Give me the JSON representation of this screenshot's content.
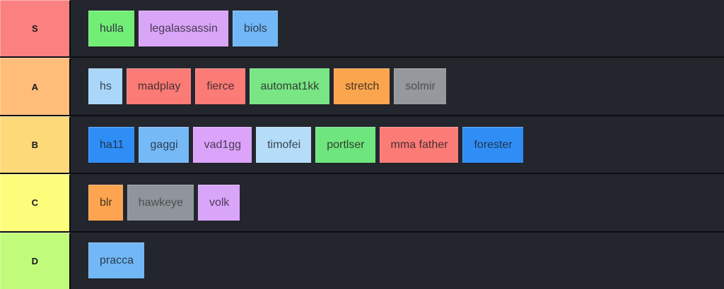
{
  "app": {
    "kind": "tier-list",
    "background_color": "#24262e",
    "divider_color": "#0c0d11"
  },
  "tiers": [
    {
      "label": "S",
      "label_color": "#fb8181",
      "items": [
        {
          "name": "hulla",
          "color": "#72ee77",
          "text_color": "#2f3340"
        },
        {
          "name": "legalassassin",
          "color": "#d9a5f7",
          "text_color": "#4a3a55"
        },
        {
          "name": "biols",
          "color": "#72b8f7",
          "text_color": "#2a3b4d"
        }
      ]
    },
    {
      "label": "A",
      "label_color": "#ffbd79",
      "items": [
        {
          "name": "hs",
          "color": "#a9d6f9",
          "text_color": "#35424f"
        },
        {
          "name": "madplay",
          "color": "#fb7b77",
          "text_color": "#4a2f30"
        },
        {
          "name": "fierce",
          "color": "#fb7b77",
          "text_color": "#4a2f30"
        },
        {
          "name": "automat1kk",
          "color": "#79e584",
          "text_color": "#2f3f33"
        },
        {
          "name": "stretch",
          "color": "#fca54f",
          "text_color": "#45341f"
        },
        {
          "name": "solmir",
          "color": "#95999e",
          "text_color": "#4b4e52"
        }
      ]
    },
    {
      "label": "B",
      "label_color": "#fdd97a",
      "items": [
        {
          "name": "ha11",
          "color": "#2e8ef5",
          "text_color": "#1e3550"
        },
        {
          "name": "gaggi",
          "color": "#76b9f7",
          "text_color": "#2d3f50"
        },
        {
          "name": "vad1gg",
          "color": "#dba3f9",
          "text_color": "#4b3a55"
        },
        {
          "name": "timofei",
          "color": "#b5dcf8",
          "text_color": "#37444f"
        },
        {
          "name": "portlser",
          "color": "#6fe57d",
          "text_color": "#2c4030"
        },
        {
          "name": "mma father",
          "color": "#fb7b77",
          "text_color": "#4a2f30"
        },
        {
          "name": "forester",
          "color": "#2f8ef5",
          "text_color": "#20374f"
        }
      ]
    },
    {
      "label": "C",
      "label_color": "#fdfd7c",
      "items": [
        {
          "name": "blr",
          "color": "#fca44f",
          "text_color": "#45341f"
        },
        {
          "name": "hawkeye",
          "color": "#90949b",
          "text_color": "#4b4e52"
        },
        {
          "name": "volk",
          "color": "#d9a5f9",
          "text_color": "#4a3a55"
        }
      ]
    },
    {
      "label": "D",
      "label_color": "#c1fb7c",
      "items": [
        {
          "name": "pracca",
          "color": "#72b8f7",
          "text_color": "#2a3b4d"
        }
      ]
    }
  ]
}
